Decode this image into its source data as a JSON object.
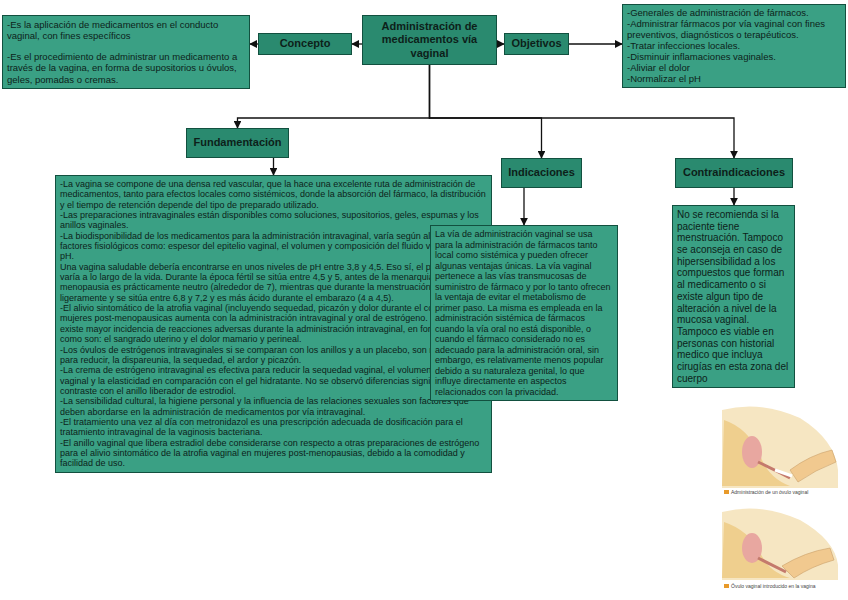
{
  "diagram": {
    "nodes": [
      {
        "text": [
          "-Es la aplicación de medicamentos en el conducto vaginal, con fines específicos",
          "-Es el procedimiento de administrar un medicamento a través de la vagina, en forma de supositorios u óvulos, geles, pomadas o cremas."
        ]
      },
      {
        "text": [
          "Concepto"
        ]
      },
      {
        "text": [
          "Administración de medicamentos vía vaginal"
        ]
      },
      {
        "text": [
          "Objetivos"
        ]
      },
      {
        "text": [
          "-Generales de administración de fármacos.",
          "-Administrar fármacos por vía vaginal con fines preventivos, diagnósticos o terapéuticos.",
          "-Tratar infecciones locales.",
          "-Disminuir inflamaciones vaginales.",
          "-Aliviar el dolor",
          "-Normalizar el pH"
        ]
      },
      {
        "text": [
          "Fundamentación"
        ]
      },
      {
        "text": [
          "Indicaciones"
        ]
      },
      {
        "text": [
          "Contraindicaciones"
        ]
      },
      {
        "text": [
          "-La vagina se compone de una densa red vascular, que la hace una excelente ruta de administración de medicamentos, tanto para efectos locales como sistémicos, donde la absorción del fármaco, la distribución y el tiempo de retención depende del tipo de preparado utilizado.",
          "-Las preparaciones intravaginales están disponibles como soluciones, supositorios, geles, espumas y los anillos vaginales.",
          "-La biodisponibilidad de los medicamentos para la administración intravaginal, varía según algunos factores fisiológicos como: espesor del epitelio vaginal, el volumen y composición del fluido vaginal y el pH.",
          "Una vagina saludable debería encontrarse en unos niveles de pH entre 3,8 y 4,5. Eso sí, el pH vaginal varía a lo largo de la vida. Durante la época fértil se sitúa entre 4,5 y 5, antes de la menarquia y durante la menopausia es prácticamente neutro (alrededor de 7), mientras que durante la menstruación sube ligeramente y se sitúa entre 6,8 y 7,2 y es más ácido durante el embarazo (4 a 4,5).",
          "-El alivio sintomático de la atrofia vaginal (incluyendo sequedad, picazón y dolor durante el coito) en mujeres post-menopausicas aumenta con la administración intravaginal y oral de estrógeno. Sin embargo, existe mayor incidencia de reacciones adversas durante la administración intravaginal, en forma de crema, como son: el sangrado uterino y el dolor mamario y perineal.",
          "-Los óvulos de estrógenos intravaginales si se comparan con los anillos y a un placebo, son más eficaces, para reducir, la dispareunia, la sequedad, el ardor y picazón.",
          "-La crema de estrógeno intravaginal es efectiva para reducir la sequedad vaginal, el volumen de fluido vaginal y la elasticidad en comparación con el gel hidratante. No se observó diferencias significativas en contraste con el anillo liberador de estrodiol.",
          "-La sensibilidad cultural, la higiene personal y la influencia de las relaciones sexuales son factores que deben abordarse en la administración de medicamentos por vía intravaginal.",
          "-El tratamiento una vez al día con metronidazol es una prescripción adecuada de dosificación para el tratamiento intravaginal de la vaginosis bacteriana.",
          "-El anillo vaginal que libera estradiol debe considerarse con respecto a otras preparaciones de estrógeno para el alivio sintomático de la atrofia vaginal en mujeres post-menopausias, debido a la comodidad y facilidad de uso."
        ]
      },
      {
        "text": [
          "La vía de administración vaginal se usa para la administración de fármacos tanto local como sistémica y pueden ofrecer algunas ventajas únicas. La vía vaginal pertenece a las vías transmucosas de suministro de fármaco y por lo tanto ofrecen la ventaja de evitar el metabolismo de primer paso. La misma es empleada en la administración sistémica de fármacos cuando la vía oral no está disponible, o cuando el fármaco considerado no es adecuado para la administración oral, sin embargo, es relativamente menos popular debido a su naturaleza genital, lo que influye directamente en aspectos relacionados con la privacidad."
        ]
      },
      {
        "text": [
          "No se recomienda si la paciente tiene menstruación. Tampoco se aconseja en caso de hipersensibilidad a los compuestos que forman al medicamento o si existe algun tipo de alteración a nivel de la mucosa vaginal. Tampoco es viable en personas con historial medico que incluya cirugías en esta zona del cuerpo"
        ]
      }
    ],
    "edges": [
      {
        "from": 2,
        "to": 1,
        "arrow": "to"
      },
      {
        "from": 1,
        "to": 0,
        "arrow": "to"
      },
      {
        "from": 2,
        "to": 3,
        "arrow": "to"
      },
      {
        "from": 3,
        "to": 4,
        "arrow": "to"
      },
      {
        "from": 2,
        "to": 5,
        "arrow": "to"
      },
      {
        "from": 2,
        "to": 6,
        "arrow": "to"
      },
      {
        "from": 2,
        "to": 7,
        "arrow": "to"
      },
      {
        "from": 5,
        "to": 8,
        "arrow": "to"
      },
      {
        "from": 6,
        "to": 9,
        "arrow": "to"
      },
      {
        "from": 7,
        "to": 10,
        "arrow": "to"
      }
    ],
    "labels": [
      "Administración de un óvulo vaginal",
      "Óvulo vaginal introducido en la vagina"
    ]
  }
}
